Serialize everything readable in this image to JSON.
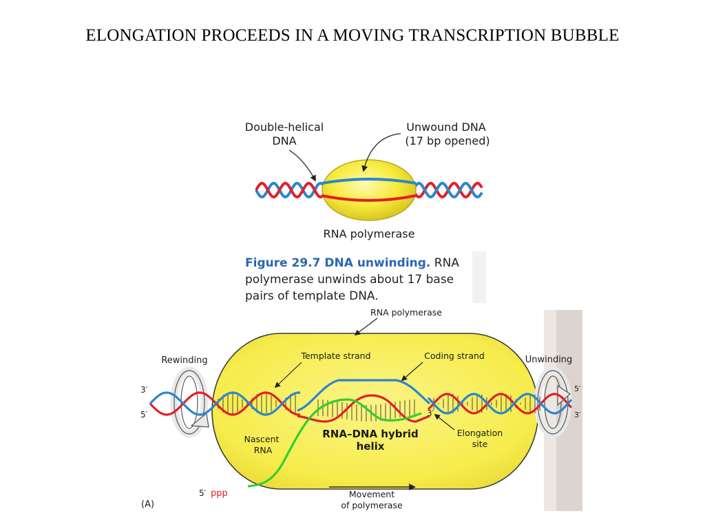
{
  "slide": {
    "title": "ELONGATION PROCEEDS IN A MOVING TRANSCRIPTION BUBBLE"
  },
  "figure_top": {
    "label_double_helical_line1": "Double-helical",
    "label_double_helical_line2": "DNA",
    "label_unwound_line1": "Unwound DNA",
    "label_unwound_line2": "(17 bp opened)",
    "label_polymerase": "RNA polymerase",
    "caption_head": "Figure 29.7  DNA unwinding.",
    "caption_text": " RNA polymerase unwinds about 17 base pairs of template DNA."
  },
  "figure_bottom": {
    "label_rna_polymerase": "RNA polymerase",
    "label_rewinding": "Rewinding",
    "label_unwinding": "Unwinding",
    "label_template_strand": "Template strand",
    "label_coding_strand": "Coding strand",
    "end_left_top": "3′",
    "end_left_bottom": "5′",
    "end_right_top": "5′",
    "end_right_bottom": "3′",
    "end_rna_3prime": "3′",
    "label_nascent_line1": "Nascent",
    "label_nascent_line2": "RNA",
    "label_hybrid_line1": "RNA–DNA hybrid",
    "label_hybrid_line2": "helix",
    "label_elongation_line1": "Elongation",
    "label_elongation_line2": "site",
    "label_5ppp_prime": "5′",
    "label_5ppp_ppp": "ppp",
    "label_movement_line1": "Movement",
    "label_movement_line2": "of polymerase",
    "panel_label": "(A)"
  },
  "colors": {
    "template_strand": "#e0202a",
    "coding_strand": "#2a86cc",
    "rna_strand": "#33cc33",
    "polymerase_fill": "#f7ec3a",
    "caption_accent": "#2a67b0"
  }
}
